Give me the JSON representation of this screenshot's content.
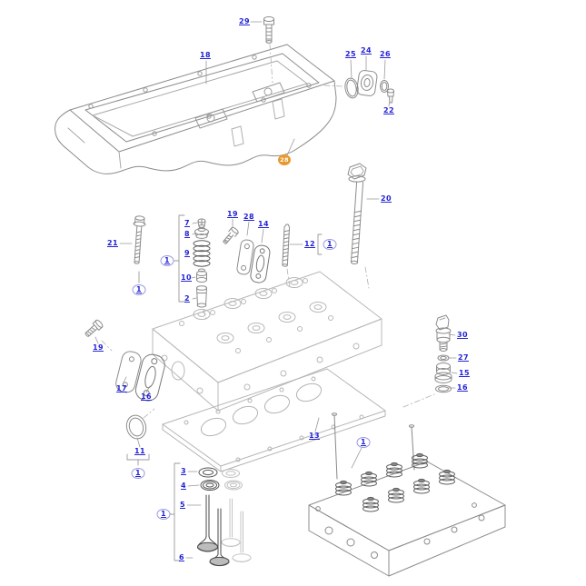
{
  "diagram": {
    "background_color": "#ffffff",
    "callout_link_color": "#2323d7",
    "line_art_color": "#8c8c8c",
    "ghost_line_color": "#b8b8b8",
    "highlight": {
      "label": "28",
      "bg_color": "#e8992e",
      "text_color": "#ffffff"
    },
    "assembly_ref": {
      "label": "1"
    },
    "callouts": {
      "c29": {
        "label": "29"
      },
      "c18": {
        "label": "18"
      },
      "c25": {
        "label": "25"
      },
      "c24": {
        "label": "24"
      },
      "c26": {
        "label": "26"
      },
      "c22": {
        "label": "22"
      },
      "c20": {
        "label": "20"
      },
      "c21": {
        "label": "21"
      },
      "c7": {
        "label": "7"
      },
      "c8": {
        "label": "8"
      },
      "c9": {
        "label": "9"
      },
      "c10": {
        "label": "10"
      },
      "c2": {
        "label": "2"
      },
      "c19_top": {
        "label": "19"
      },
      "c28_mid": {
        "label": "28"
      },
      "c14": {
        "label": "14"
      },
      "c12": {
        "label": "12"
      },
      "c13": {
        "label": "13"
      },
      "c30": {
        "label": "30"
      },
      "c27": {
        "label": "27"
      },
      "c15": {
        "label": "15"
      },
      "c16_right": {
        "label": "16"
      },
      "c19_left": {
        "label": "19"
      },
      "c17": {
        "label": "17"
      },
      "c16_left": {
        "label": "16"
      },
      "c11": {
        "label": "11"
      },
      "c3": {
        "label": "3"
      },
      "c4": {
        "label": "4"
      },
      "c5": {
        "label": "5"
      },
      "c6": {
        "label": "6"
      }
    }
  }
}
